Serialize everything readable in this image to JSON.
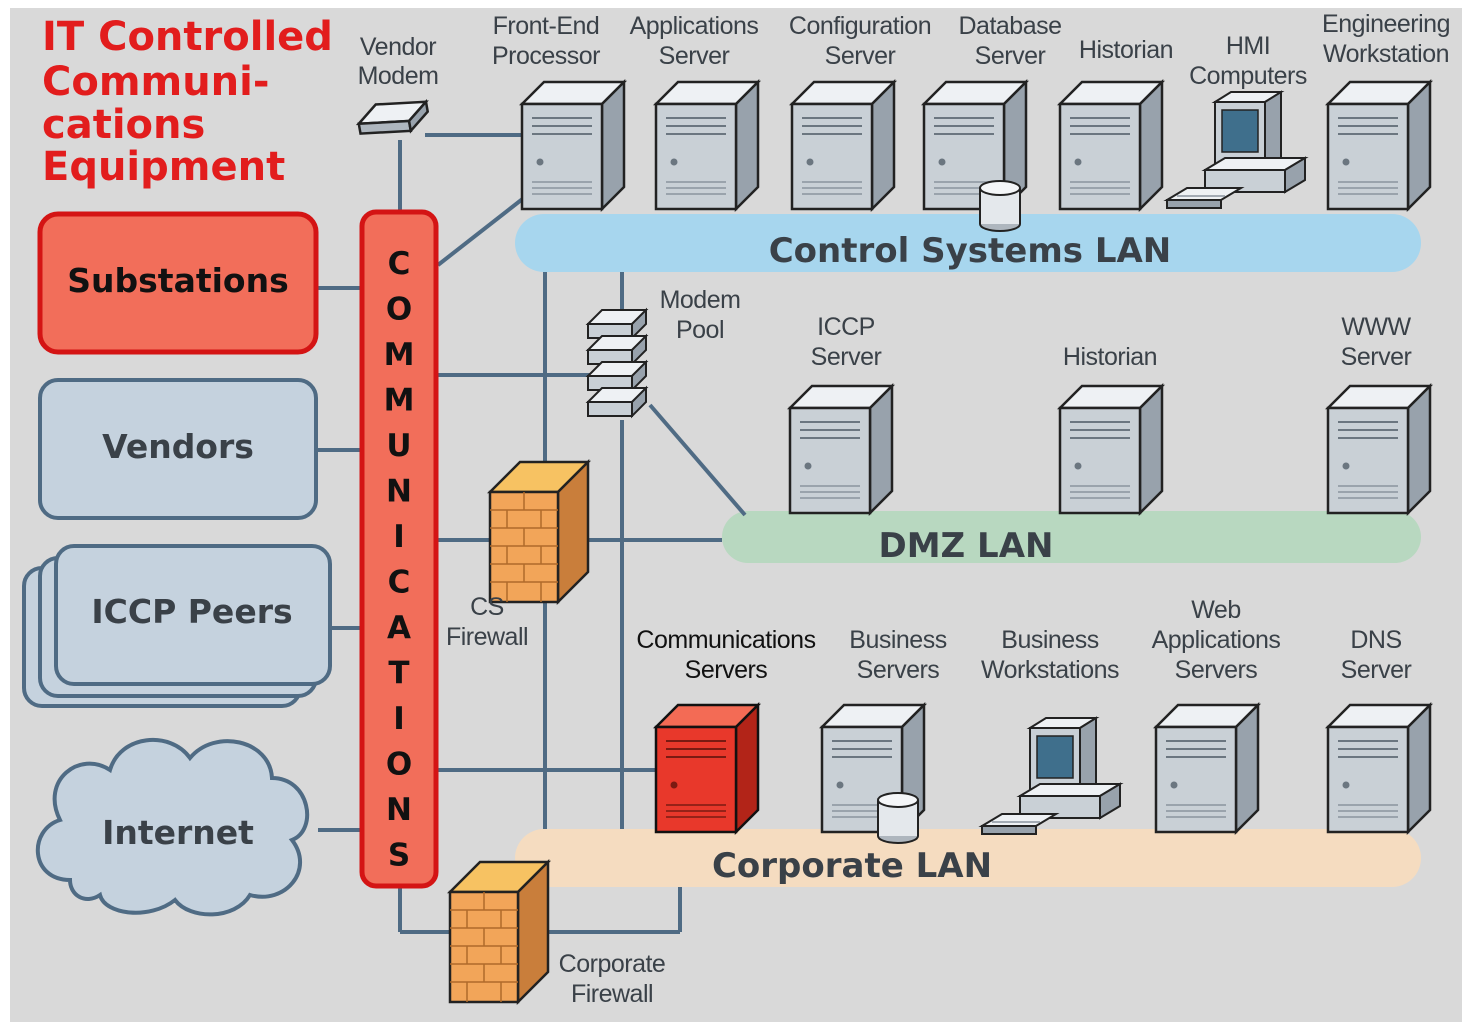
{
  "title": {
    "line1": "IT Controlled",
    "line2": "Communi-",
    "line3": "cations",
    "line4": "Equipment"
  },
  "colors": {
    "background": "#d9d9d9",
    "title_red": "#e21d1d",
    "comm_bar_fill": "#f26e5a",
    "comm_bar_stroke": "#d41414",
    "control_lan": "#a7d6ee",
    "dmz_lan": "#b8d8c0",
    "corporate_lan": "#f5dcc0",
    "link": "#4f6b84",
    "server_body": "#c9d0d6",
    "highlight_server": "#e8382b",
    "firewall": "#f2a559"
  },
  "external": {
    "substations": "Substations",
    "vendors": "Vendors",
    "iccp_peers": "ICCP Peers",
    "internet": "Internet"
  },
  "communications_letters": [
    "C",
    "O",
    "M",
    "M",
    "U",
    "N",
    "I",
    "C",
    "A",
    "T",
    "I",
    "O",
    "N",
    "S"
  ],
  "vendor_modem": {
    "line1": "Vendor",
    "line2": "Modem"
  },
  "modem_pool": {
    "line1": "Modem",
    "line2": "Pool"
  },
  "cs_firewall": {
    "line1": "CS",
    "line2": "Firewall"
  },
  "corporate_firewall": {
    "line1": "Corporate",
    "line2": "Firewall"
  },
  "lans": {
    "control": "Control Systems LAN",
    "dmz": "DMZ LAN",
    "corporate": "Corporate LAN"
  },
  "control_devices": [
    {
      "line1": "Front-End",
      "line2": "Processor"
    },
    {
      "line1": "Applications",
      "line2": "Server"
    },
    {
      "line1": "Configuration",
      "line2": "Server"
    },
    {
      "line1": "Database",
      "line2": "Server"
    },
    {
      "line1": "Historian",
      "line2": ""
    },
    {
      "line1": "HMI",
      "line2": "Computers"
    },
    {
      "line1": "Engineering",
      "line2": "Workstation"
    }
  ],
  "dmz_devices": [
    {
      "line1": "ICCP",
      "line2": "Server"
    },
    {
      "line1": "Historian",
      "line2": ""
    },
    {
      "line1": "WWW",
      "line2": "Server"
    }
  ],
  "corporate_devices": [
    {
      "line1": "Communications",
      "line2": "Servers"
    },
    {
      "line1": "Business",
      "line2": "Servers"
    },
    {
      "line1": "Business",
      "line2": "Workstations"
    },
    {
      "line1": "Web",
      "line2": "Applications",
      "line3": "Servers"
    },
    {
      "line1": "DNS",
      "line2": "Server"
    }
  ]
}
